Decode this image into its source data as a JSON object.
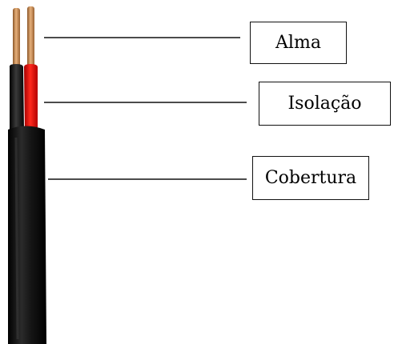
{
  "diagram": {
    "labels": {
      "conductor": "Alma",
      "insulation": "Isolação",
      "sheath": "Cobertura"
    },
    "colors": {
      "copper": "#c88a4e",
      "black_insulation": "#151515",
      "red_insulation": "#e00000",
      "sheath": "#0b0b0b",
      "leader_line": "#111111"
    }
  }
}
